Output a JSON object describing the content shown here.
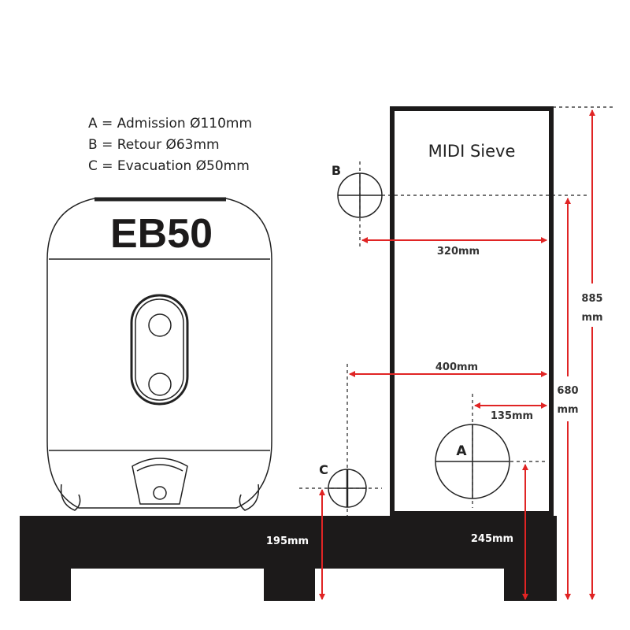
{
  "legend": {
    "a": "A = Admission Ø110mm",
    "b": "B = Retour Ø63mm",
    "c": "C = Evacuation Ø50mm"
  },
  "filter": {
    "model": "EB50"
  },
  "sieve": {
    "title": "MIDI Sieve"
  },
  "ports": {
    "a": "A",
    "b": "B",
    "c": "C"
  },
  "dimensions": {
    "d320": "320mm",
    "d400": "400mm",
    "d135": "135mm",
    "d195": "195mm",
    "d245": "245mm",
    "d680_value": "680",
    "d680_unit": "mm",
    "d885_value": "885",
    "d885_unit": "mm"
  },
  "colors": {
    "dimension": "#e02424",
    "ink": "#1c1a1a"
  }
}
